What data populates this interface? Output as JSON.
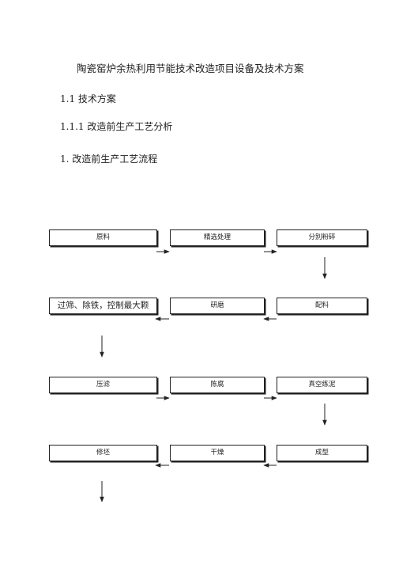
{
  "document": {
    "title": "陶瓷窑炉余热利用节能技术改造项目设备及技术方案",
    "section": "1.1 技术方案",
    "subsection": "1.1.1 改造前生产工艺分析",
    "item": "1. 改造前生产工艺流程"
  },
  "flow": {
    "row1": [
      "原料",
      "精选处理",
      "分别粉碎"
    ],
    "row2": [
      "过筛、除铁，控制最大颗",
      "研磨",
      "配料"
    ],
    "row3": [
      "压滤",
      "陈腐",
      "真空练泥"
    ],
    "row4": [
      "修坯",
      "干燥",
      "成型"
    ]
  }
}
